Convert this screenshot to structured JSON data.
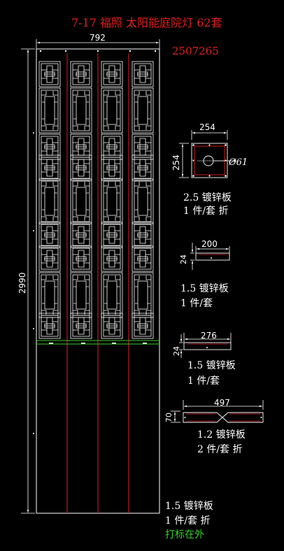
{
  "title": "7-17  福照  太阳能庭院灯  62套",
  "order_no": "2507265",
  "colors": {
    "background": "#000000",
    "line": "#ffffff",
    "red": "#e0201c",
    "green": "#34d126"
  },
  "main_panel": {
    "width_dim": "792",
    "height_dim": "2990",
    "note_material": "1.5  镀锌板",
    "note_count": "1 件/套 折",
    "note_mark": "打标在外"
  },
  "parts": [
    {
      "id": "base-plate",
      "dim_w": "254",
      "dim_h": "254",
      "hole_dim": "Ø61",
      "material": "2.5  镀锌板",
      "count": "1 件/套 折"
    },
    {
      "id": "strip-a",
      "dim_w": "200",
      "dim_h": "24",
      "material": "1.5  镀锌板",
      "count": "1 件/套"
    },
    {
      "id": "strip-b",
      "dim_w": "276",
      "dim_h": "24",
      "material": "1.5  镀锌板",
      "count": "1 件/套"
    },
    {
      "id": "bent-strip",
      "dim_w": "497",
      "dim_h": "70",
      "material": "1.2  镀锌板",
      "count": "2 件/套 折"
    }
  ]
}
